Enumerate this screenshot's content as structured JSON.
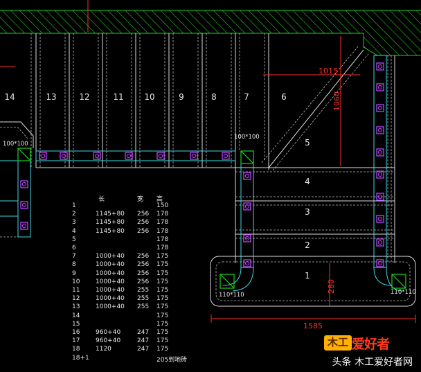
{
  "drawing": {
    "step_labels": [
      "14",
      "13",
      "12",
      "11",
      "10",
      "9",
      "8",
      "7",
      "6",
      "5",
      "4",
      "3",
      "2",
      "1"
    ],
    "dimensions": {
      "top_width": "1015",
      "top_height": "1060",
      "bottom_width": "1585",
      "bottom_height": "280"
    },
    "post_labels": {
      "left_upper": "100*100",
      "middle_upper": "100*100",
      "left_lower": "110*110",
      "right_lower": "110*110"
    }
  },
  "table": {
    "headers": [
      "",
      "长",
      "宽",
      "高"
    ],
    "rows": [
      [
        "1",
        "",
        "",
        "150"
      ],
      [
        "2",
        "1145+80",
        "256",
        "178"
      ],
      [
        "3",
        "1145+80",
        "256",
        "178"
      ],
      [
        "4",
        "1145+80",
        "256",
        "178"
      ],
      [
        "5",
        "",
        "",
        "178"
      ],
      [
        "6",
        "",
        "",
        "178"
      ],
      [
        "7",
        "1000+40",
        "256",
        "175"
      ],
      [
        "8",
        "1000+40",
        "256",
        "175"
      ],
      [
        "9",
        "1000+40",
        "256",
        "175"
      ],
      [
        "10",
        "1000+40",
        "256",
        "175"
      ],
      [
        "11",
        "1000+40",
        "255",
        "175"
      ],
      [
        "12",
        "1000+40",
        "255",
        "175"
      ],
      [
        "13",
        "1000+40",
        "255",
        "175"
      ],
      [
        "14",
        "",
        "",
        "175"
      ],
      [
        "15",
        "",
        "",
        "175"
      ],
      [
        "16",
        "960+40",
        "247",
        "175"
      ],
      [
        "17",
        "960+40",
        "247",
        "175"
      ],
      [
        "18",
        "1120",
        "247",
        "175"
      ],
      [
        "18+1",
        "",
        "",
        "205到地砖"
      ]
    ]
  },
  "watermark": {
    "logo_text": "木工",
    "brand": "爱好者",
    "credit": "头条  木工爱好者网"
  },
  "colors": {
    "hatch": "#1fd11f",
    "lines": "#e8e8e8",
    "posts": "#40d8e6",
    "joints": "#c040ff",
    "dimension": "#ff3030",
    "brand": "#ff3a1a",
    "logo": "#ffb000"
  }
}
